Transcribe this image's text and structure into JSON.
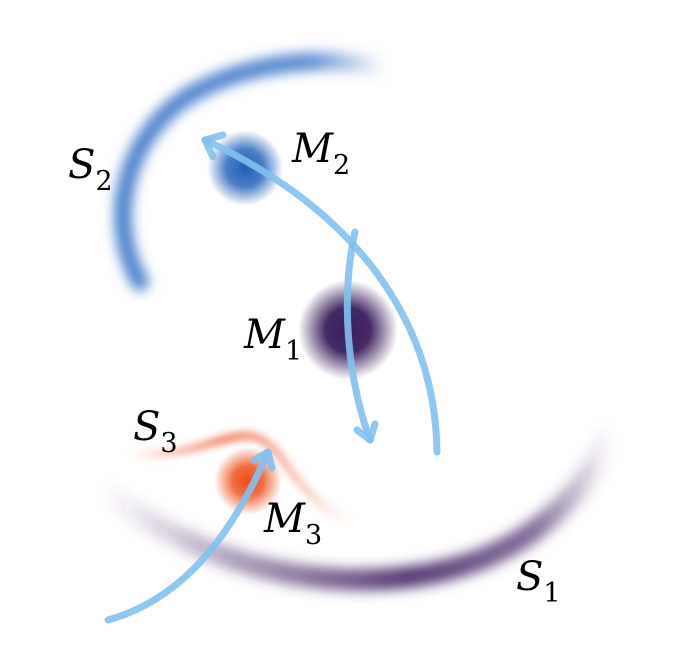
{
  "colors": {
    "background": "#ffffff",
    "M1": "#3b1f5c",
    "S1": "#4e2f6e",
    "M2": "#1f5fb8",
    "S2": "#2f6fc4",
    "M3": "#f04a12",
    "S3": "#f0562a",
    "arrow": "#82c1f0"
  },
  "labels": {
    "M1": {
      "base": "M",
      "sub": "1"
    },
    "M2": {
      "base": "M",
      "sub": "2"
    },
    "M3": {
      "base": "M",
      "sub": "3"
    },
    "S1": {
      "base": "S",
      "sub": "1"
    },
    "S2": {
      "base": "S",
      "sub": "2"
    },
    "S3": {
      "base": "S",
      "sub": "3"
    }
  }
}
